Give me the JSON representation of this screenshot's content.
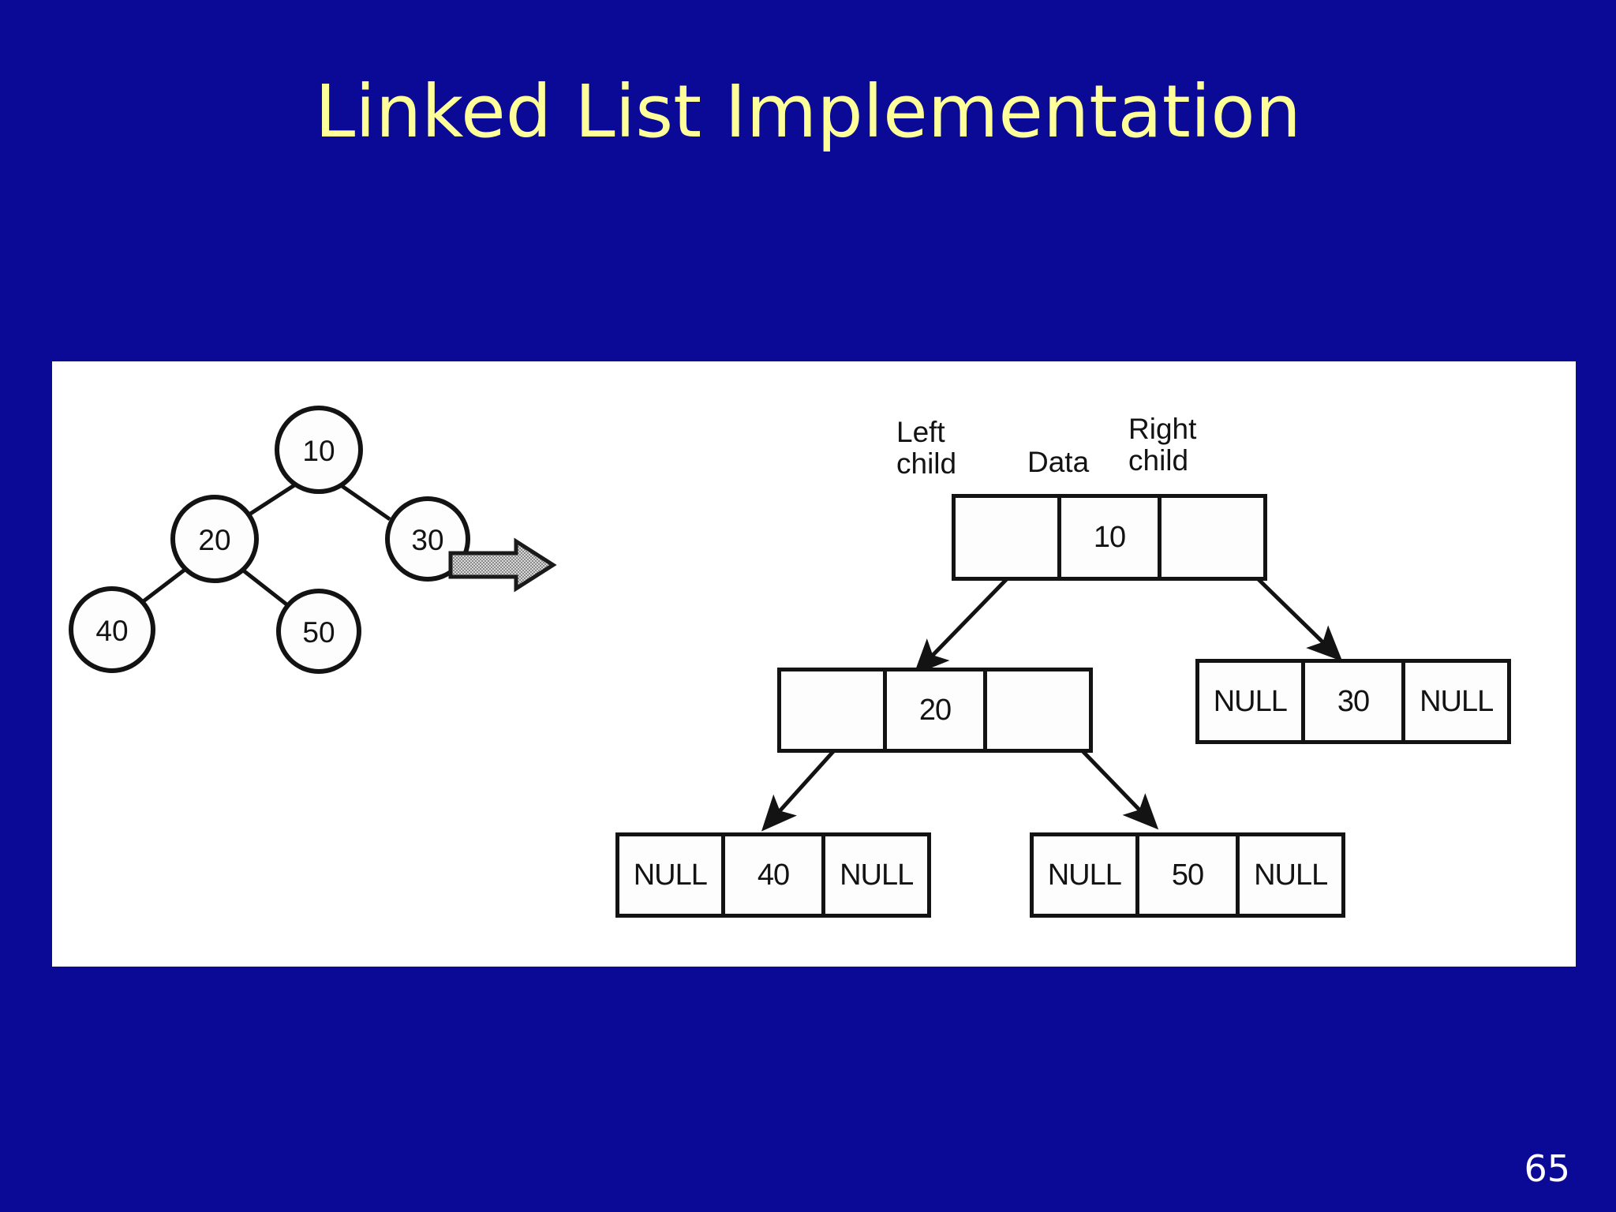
{
  "slide": {
    "title": "Linked List Implementation",
    "page_number": "65",
    "background_color": "#0a0a96",
    "title_color": "#ffff99",
    "panel_color": "#ffffff",
    "ink_color": "#131313"
  },
  "figure": {
    "arrow_glyph": "block-arrow-right",
    "column_headers": [
      {
        "id": "left-child",
        "line1": "Left",
        "line2": "child"
      },
      {
        "id": "data",
        "line1": "Data",
        "line2": ""
      },
      {
        "id": "right-child",
        "line1": "Right",
        "line2": "child"
      }
    ],
    "tree": {
      "nodes": [
        {
          "id": "n10",
          "label": "10"
        },
        {
          "id": "n20",
          "label": "20"
        },
        {
          "id": "n30",
          "label": "30"
        },
        {
          "id": "n40",
          "label": "40"
        },
        {
          "id": "n50",
          "label": "50"
        }
      ],
      "edges": [
        {
          "from": "n10",
          "to": "n20"
        },
        {
          "from": "n10",
          "to": "n30"
        },
        {
          "from": "n20",
          "to": "n40"
        },
        {
          "from": "n20",
          "to": "n50"
        }
      ]
    },
    "list_nodes": [
      {
        "id": "node-10",
        "left": "",
        "data": "10",
        "right": ""
      },
      {
        "id": "node-20",
        "left": "",
        "data": "20",
        "right": ""
      },
      {
        "id": "node-30",
        "left": "NULL",
        "data": "30",
        "right": "NULL"
      },
      {
        "id": "node-40",
        "left": "NULL",
        "data": "40",
        "right": "NULL"
      },
      {
        "id": "node-50",
        "left": "NULL",
        "data": "50",
        "right": "NULL"
      }
    ],
    "pointer_links": [
      {
        "from": "node-10",
        "slot": "left",
        "to": "node-20"
      },
      {
        "from": "node-10",
        "slot": "right",
        "to": "node-30"
      },
      {
        "from": "node-20",
        "slot": "left",
        "to": "node-40"
      },
      {
        "from": "node-20",
        "slot": "right",
        "to": "node-50"
      }
    ]
  }
}
